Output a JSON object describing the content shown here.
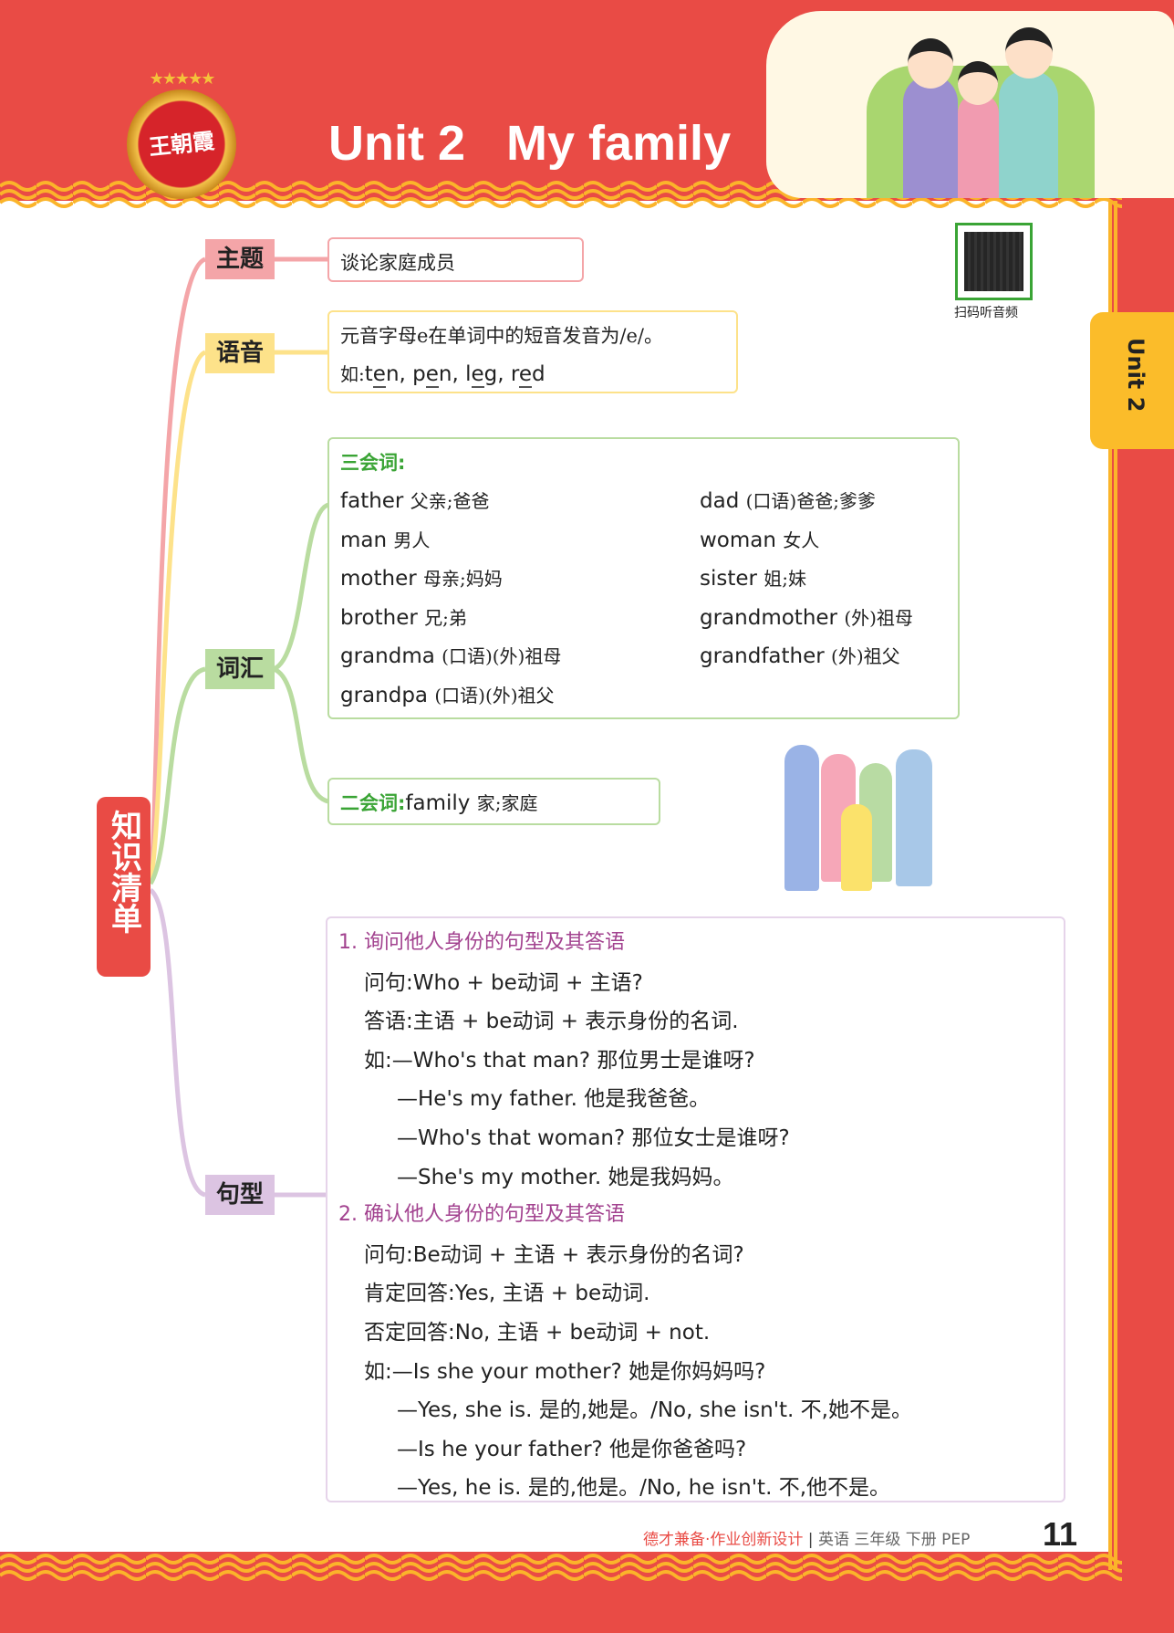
{
  "header": {
    "title": "Unit 2   My family",
    "logo_text": "王朝霞"
  },
  "side_tab": "Unit 2",
  "qr": {
    "caption": "扫码听音频"
  },
  "root_label": "知识清单",
  "theme": {
    "label": "主题",
    "text": "谈论家庭成员"
  },
  "phonics": {
    "label": "语音",
    "line1": "元音字母e在单词中的短音发音为/e/。",
    "example_prefix": "如:",
    "examples": [
      "ten",
      "pen",
      "leg",
      "red"
    ]
  },
  "vocab": {
    "label": "词汇",
    "group1_title": "三会词:",
    "words": [
      {
        "en": "father",
        "cn": "父亲;爸爸"
      },
      {
        "en": "dad",
        "cn": "(口语)爸爸;爹爹"
      },
      {
        "en": "man",
        "cn": "男人"
      },
      {
        "en": "woman",
        "cn": "女人"
      },
      {
        "en": "mother",
        "cn": "母亲;妈妈"
      },
      {
        "en": "sister",
        "cn": "姐;妹"
      },
      {
        "en": "brother",
        "cn": "兄;弟"
      },
      {
        "en": "grandmother",
        "cn": "(外)祖母"
      },
      {
        "en": "grandma",
        "cn": "(口语)(外)祖母"
      },
      {
        "en": "grandfather",
        "cn": "(外)祖父"
      },
      {
        "en": "grandpa",
        "cn": "(口语)(外)祖父"
      }
    ],
    "group2_title": "二会词:",
    "group2_en": "family",
    "group2_cn": "家;家庭"
  },
  "sentences": {
    "label": "句型",
    "s1_title": "1. 询问他人身份的句型及其答语",
    "s1_lines": [
      "问句:Who + be动词 + 主语?",
      "答语:主语 + be动词 + 表示身份的名词.",
      "如:—Who's that man? 那位男士是谁呀?",
      "—He's my father. 他是我爸爸。",
      "—Who's that woman? 那位女士是谁呀?",
      "—She's my mother. 她是我妈妈。"
    ],
    "s2_title": "2. 确认他人身份的句型及其答语",
    "s2_lines": [
      "问句:Be动词 + 主语 + 表示身份的名词?",
      "肯定回答:Yes, 主语 + be动词.",
      "否定回答:No, 主语 + be动词 + not.",
      "如:—Is she your mother? 她是你妈妈吗?",
      "—Yes, she is. 是的,她是。/No, she isn't. 不,她不是。",
      "—Is he your father? 他是你爸爸吗?",
      "—Yes, he is. 是的,他是。/No, he isn't. 不,他不是。"
    ]
  },
  "footer": {
    "series": "德才兼备·作业创新设计",
    "info": "英语  三年级  下册  PEP",
    "page": "11"
  },
  "colors": {
    "red": "#e94b45",
    "yellow": "#fbbc2a",
    "pink": "#f4a5a8",
    "green": "#b9dca0",
    "purple": "#dcc4e2",
    "heading_purple": "#a2428f",
    "heading_green": "#3aa435"
  }
}
